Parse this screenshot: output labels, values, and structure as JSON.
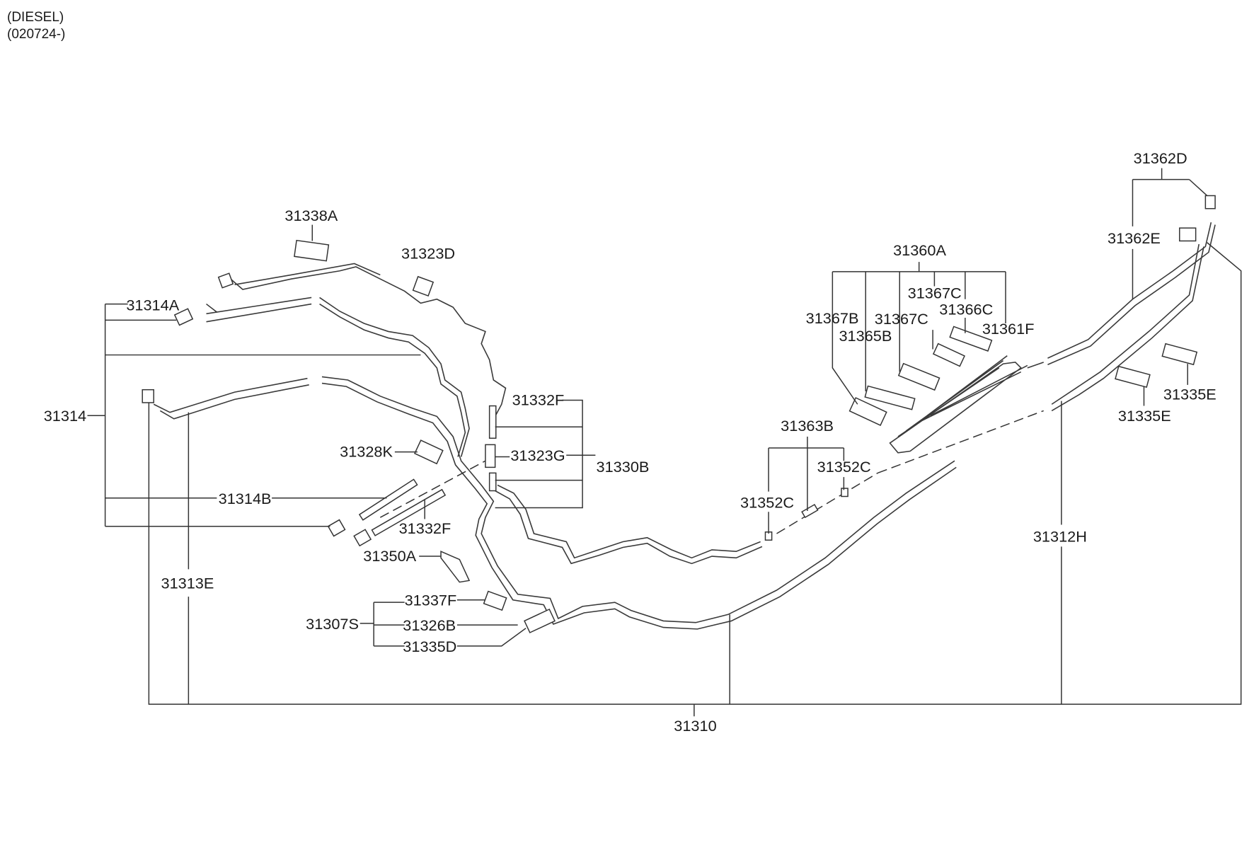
{
  "header": {
    "line1": "(DIESEL)",
    "line2": "(020724-)"
  },
  "labels": {
    "p31338A": "31338A",
    "p31323D": "31323D",
    "p31314A": "31314A",
    "p31314": "31314",
    "p31328K": "31328K",
    "p31314B": "31314B",
    "p31332F_top": "31332F",
    "p31323G": "31323G",
    "p31330B": "31330B",
    "p31332F_bot": "31332F",
    "p31350A": "31350A",
    "p31313E": "31313E",
    "p31337F": "31337F",
    "p31307S": "31307S",
    "p31326B": "31326B",
    "p31335D": "31335D",
    "p31310": "31310",
    "p31360A": "31360A",
    "p31367C_a": "31367C",
    "p31367B": "31367B",
    "p31367C_b": "31367C",
    "p31366C": "31366C",
    "p31365B": "31365B",
    "p31361F": "31361F",
    "p31363B": "31363B",
    "p31352C_a": "31352C",
    "p31352C_b": "31352C",
    "p31312H": "31312H",
    "p31362D": "31362D",
    "p31362E": "31362E",
    "p31335E_a": "31335E",
    "p31335E_b": "31335E"
  }
}
